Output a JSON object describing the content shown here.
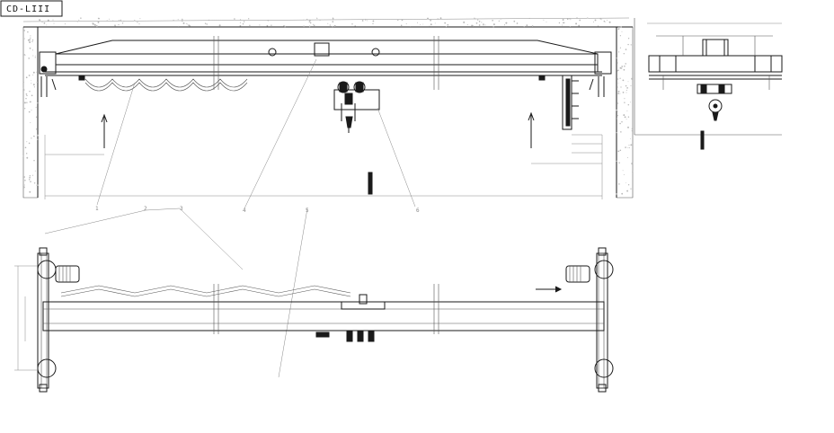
{
  "drawing": {
    "code_label": "CD-LIII",
    "leader_callouts": [
      "1",
      "2",
      "3",
      "4",
      "5",
      "6"
    ]
  }
}
